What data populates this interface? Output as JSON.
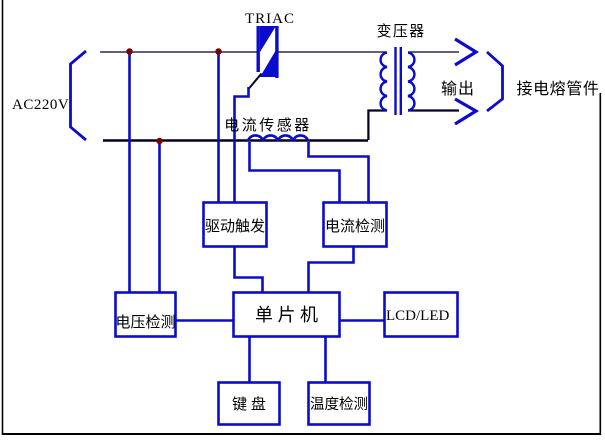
{
  "colors": {
    "wire_blue": "#0b0bcd",
    "wire_black": "#000028",
    "junction_dot": "#7a0000",
    "box_fill": "#ffffff",
    "background": "#ffffff",
    "text": "#000000"
  },
  "labels": {
    "triac": "TRIAC",
    "ac_source": "AC220V",
    "transformer": "变压器",
    "current_sensor": "电流传感器",
    "output": "输出",
    "load": "接电熔管件"
  },
  "boxes": {
    "drive_trigger": "驱动触发",
    "current_detect": "电流检测",
    "voltage_detect": "电压检测",
    "mcu": "单 片 机",
    "display": "LCD/LED",
    "keyboard": "键 盘",
    "temperature_detect": "温度检测"
  }
}
